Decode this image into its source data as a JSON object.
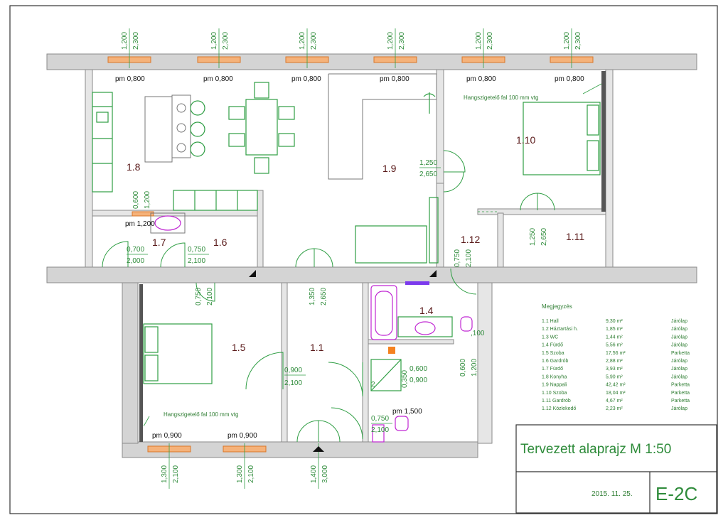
{
  "title_block": {
    "title": "Tervezett alaprajz M 1:50",
    "date": "2015. 11. 25.",
    "sheet_code": "E-2C"
  },
  "windows_top": [
    {
      "w": "1,200",
      "h": "2,300",
      "sill": "pm 0,800"
    },
    {
      "w": "1,200",
      "h": "2,300",
      "sill": "pm 0,800"
    },
    {
      "w": "1,200",
      "h": "2,300",
      "sill": "pm 0,800"
    },
    {
      "w": "1,200",
      "h": "2,300",
      "sill": "pm 0,800"
    },
    {
      "w": "1,200",
      "h": "2,300",
      "sill": "pm 0,800"
    },
    {
      "w": "1,200",
      "h": "2,300",
      "sill": "pm 0,800"
    }
  ],
  "windows_bottom": [
    {
      "w": "1,300",
      "h": "2,100",
      "sill": "pm 0,900"
    },
    {
      "w": "1,300",
      "h": "2,100",
      "sill": "pm 0,900"
    }
  ],
  "entrance": {
    "w": "1,400",
    "h": "3,000"
  },
  "rooms": {
    "r11": "1.1",
    "r14": "1.4",
    "r15": "1.5",
    "r16": "1.6",
    "r17": "1.7",
    "r18": "1.8",
    "r19": "1.9",
    "r110": "1.10",
    "r111": "1.11",
    "r112": "1.12"
  },
  "door_dims": {
    "d19_w": "1,250",
    "d19_h": "2,650",
    "d111_w": "1,250",
    "d111_h": "2,650",
    "d112_w": "0,750",
    "d112_h": "2,100",
    "d11_w": "1,350",
    "d11_h": "2,650",
    "d15_w": "0,750",
    "d15_h": "2,100",
    "d15b_w": "0,900",
    "d15b_h": "2,100",
    "d17_w": "0,700",
    "d17_h": "2,000",
    "d16_w": "0,750",
    "d16_h": "2,100",
    "d17_win_w": "0,600",
    "d17_win_h": "1,200",
    "d17_win_sill": "pm 1,200",
    "d14_w": "0,600",
    "d14_h": "1,200",
    "d13_w": "0,750",
    "d13_h": "2,100",
    "d13_sill": "pm 1,500",
    "d_wc_a": "0,600",
    "d_wc_b": "0,900",
    "d_wc_c": "2",
    "d_wc_d": "0,350",
    "d14_sill_frag": ",100"
  },
  "notes": {
    "acoustic_top": "Hangszigetelő fal 100 mm vtg",
    "acoustic_bottom": "Hangszigetelő fal 100 mm vtg",
    "legend_heading": "Megjegyzés",
    "legend": [
      {
        "id": "1.1 Hall",
        "area": "9,30 m²",
        "floor": "Járólap"
      },
      {
        "id": "1.2 Háztartási h.",
        "area": "1,85 m²",
        "floor": "Járólap"
      },
      {
        "id": "1.3 WC",
        "area": "1,44 m²",
        "floor": "Járólap"
      },
      {
        "id": "1.4 Fürdő",
        "area": "5,56 m²",
        "floor": "Járólap"
      },
      {
        "id": "1.5 Szoba",
        "area": "17,56 m²",
        "floor": "Parketta"
      },
      {
        "id": "1.6 Gardrób",
        "area": "2,88 m²",
        "floor": "Járólap"
      },
      {
        "id": "1.7 Fürdő",
        "area": "3,93 m²",
        "floor": "Járólap"
      },
      {
        "id": "1.8 Konyha",
        "area": "5,90 m²",
        "floor": "Járólap"
      },
      {
        "id": "1.9 Nappali",
        "area": "42,42 m²",
        "floor": "Parketta"
      },
      {
        "id": "1.10 Szoba",
        "area": "18,04 m²",
        "floor": "Parketta"
      },
      {
        "id": "1.11 Gardrób",
        "area": "4,67 m²",
        "floor": "Parketta"
      },
      {
        "id": "1.12 Közlekedő",
        "area": "2,23 m²",
        "floor": "Járólap"
      }
    ]
  },
  "colors": {
    "line_green": "#2f9e44",
    "wall_grey": "#d4d4d4",
    "window_orange": "#f5b27a",
    "sanitary_magenta": "#c026d3",
    "room_label": "#5a1a1a"
  }
}
